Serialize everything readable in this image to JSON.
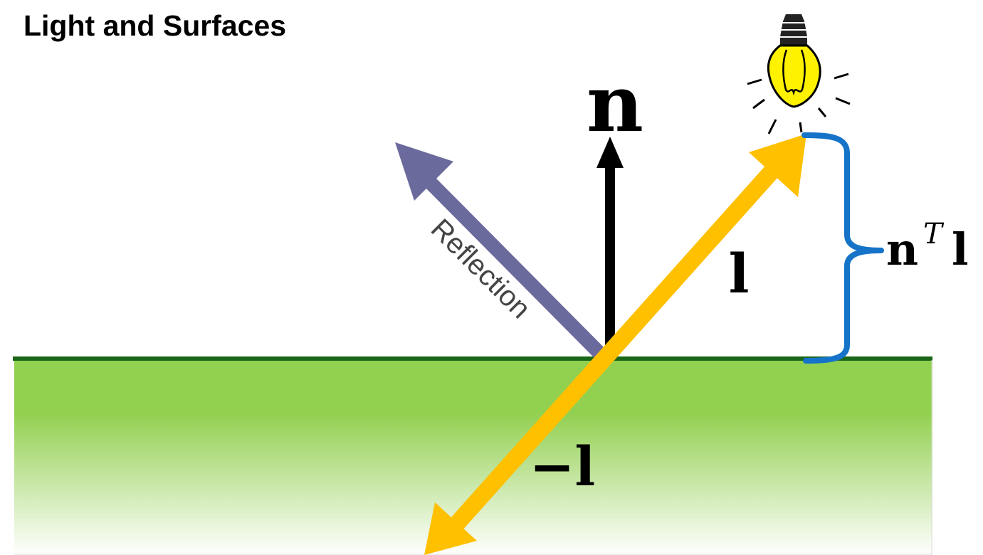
{
  "title": "Light and Surfaces",
  "labels": {
    "normal": "n",
    "light_vector": "l",
    "negative_light": "−l",
    "reflection": "Reflection",
    "projection_base": "n",
    "projection_sup": "T",
    "projection_vec": "l"
  },
  "icons": {
    "light_source": "lightbulb-icon"
  },
  "colors": {
    "normal_arrow": "#000000",
    "light_arrow": "#FFC000",
    "reflection_arrow": "#6A6A9C",
    "brace": "#1573C8",
    "surface_line": "#196619",
    "surface_fill_top": "#92D050",
    "bulb_glass": "#FFF200"
  }
}
